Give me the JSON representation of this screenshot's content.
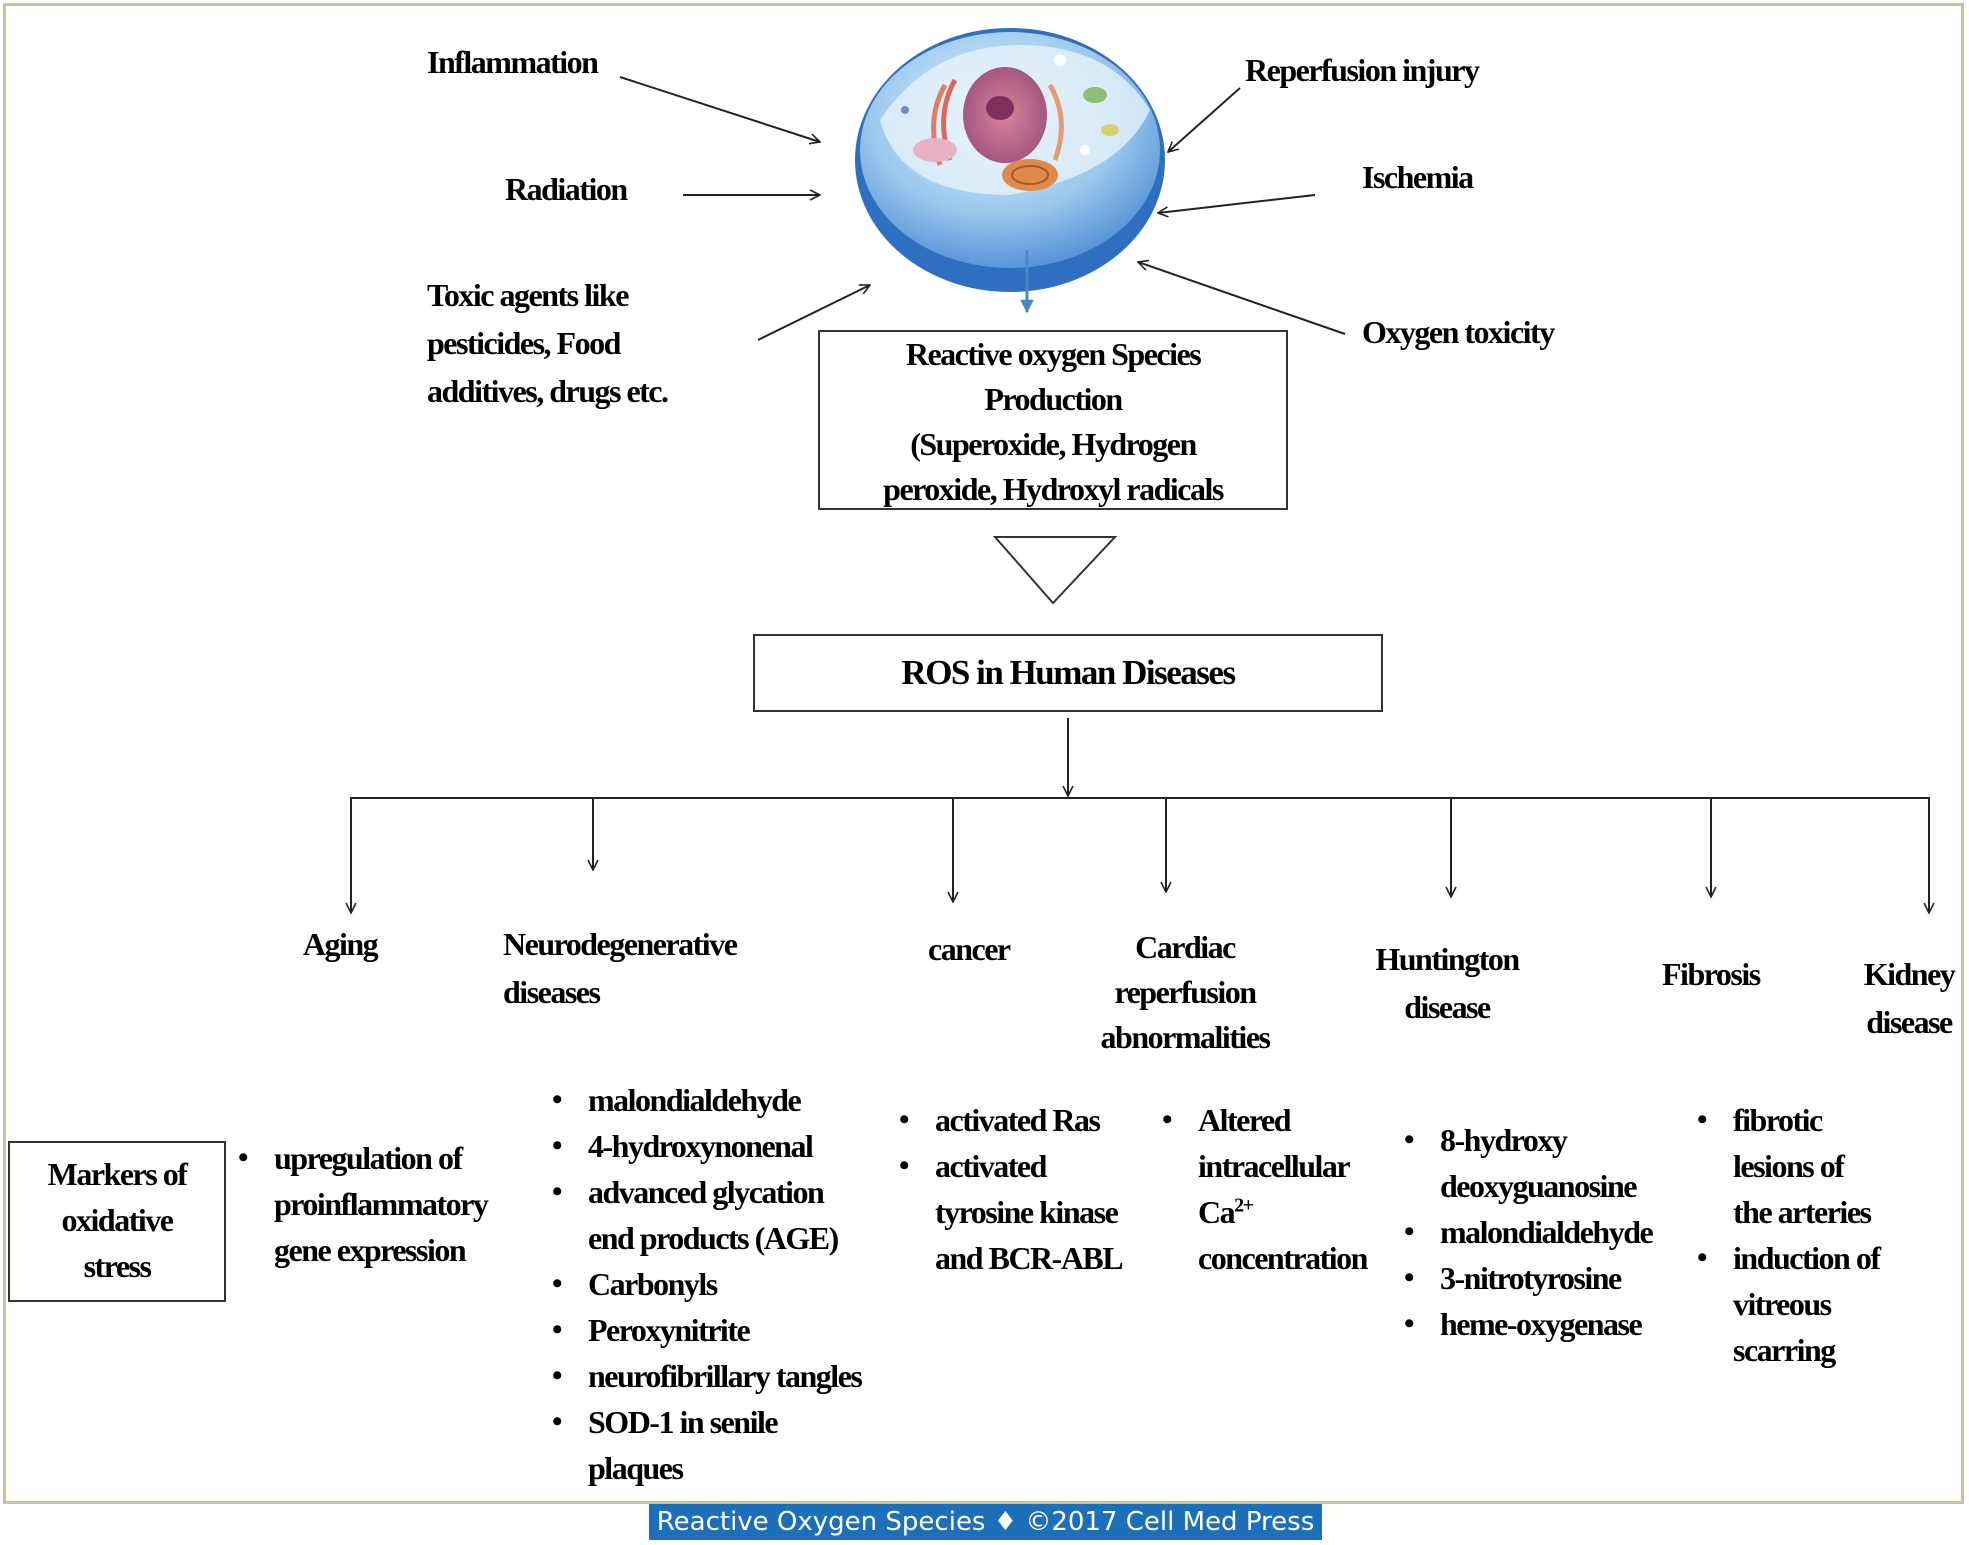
{
  "causes": {
    "inflammation": "Inflammation",
    "radiation": "Radiation",
    "toxic": [
      "Toxic agents like",
      "pesticides, Food",
      "additives, drugs etc."
    ],
    "reperfusion": "Reperfusion injury",
    "ischemia": "Ischemia",
    "oxygen_toxicity": "Oxygen toxicity"
  },
  "ros_production": [
    "Reactive oxygen Species",
    "Production",
    "(Superoxide, Hydrogen",
    "peroxide, Hydroxyl radicals"
  ],
  "ros_diseases": "ROS in Human Diseases",
  "diseases": {
    "aging": [
      "Aging"
    ],
    "neuro": [
      "Neurodegenerative",
      "diseases"
    ],
    "cancer": [
      "cancer"
    ],
    "cardiac": [
      "Cardiac",
      "reperfusion",
      "abnormalities"
    ],
    "huntington": [
      "Huntington",
      "disease"
    ],
    "fibrosis": [
      "Fibrosis"
    ],
    "kidney": [
      "Kidney",
      "disease"
    ]
  },
  "markers_label": [
    "Markers of",
    "oxidative",
    "stress"
  ],
  "markers": {
    "aging": [
      "upregulation of",
      "proinflammatory",
      "gene expression"
    ],
    "neuro": [
      "malondialdehyde",
      " 4-hydroxynonenal",
      "advanced glycation",
      "end products (AGE)",
      "Carbonyls",
      "Peroxynitrite",
      "neurofibrillary tangles",
      "SOD-1 in senile",
      "plaques"
    ],
    "cancer": [
      "activated Ras",
      "activated",
      "tyrosine kinase",
      "and BCR-ABL"
    ],
    "cardiac": [
      "Altered",
      "intracellular",
      "Ca",
      "2+",
      "concentration"
    ],
    "huntington": [
      "8-hydroxy",
      "deoxyguanosine",
      "malondialdehyde",
      "3-nitrotyrosine",
      "heme-oxygenase"
    ],
    "fibrosis": [
      "fibrotic",
      "lesions of",
      "the arteries",
      "induction of",
      "vitreous",
      "scarring"
    ]
  },
  "footer": "Reactive Oxygen Species ♦ ©2017 Cell Med Press",
  "colors": {
    "footer_bg": "#1c6fb8",
    "frame": "#c9c39b",
    "cell_blue": "#4f8fd8",
    "cell_arrow": "#4a86c8"
  }
}
